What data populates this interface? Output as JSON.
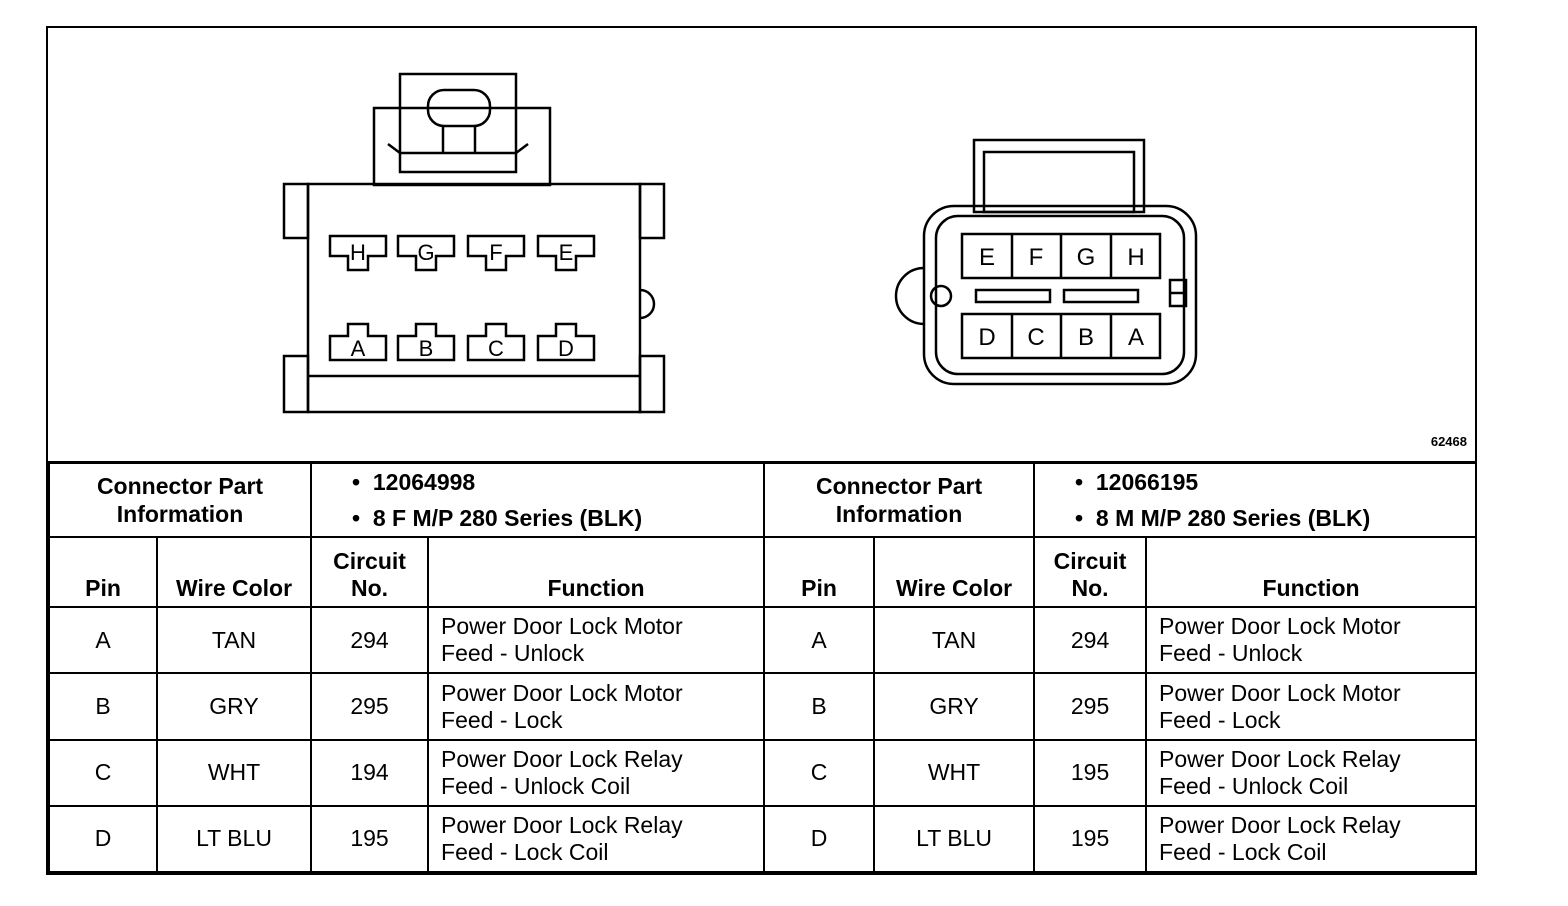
{
  "figure_number": "62468",
  "connector_female": {
    "top_row": [
      "H",
      "G",
      "F",
      "E"
    ],
    "bottom_row": [
      "A",
      "B",
      "C",
      "D"
    ]
  },
  "connector_male": {
    "top_row": [
      "E",
      "F",
      "G",
      "H"
    ],
    "bottom_row": [
      "D",
      "C",
      "B",
      "A"
    ]
  },
  "left": {
    "part_label_1": "Connector Part",
    "part_label_2": "Information",
    "part_number": "12064998",
    "series": "8 F M/P 280 Series (BLK)",
    "rows": [
      {
        "pin": "A",
        "color": "TAN",
        "circuit": "294",
        "func1": "Power Door Lock Motor",
        "func2": "Feed - Unlock"
      },
      {
        "pin": "B",
        "color": "GRY",
        "circuit": "295",
        "func1": "Power Door Lock Motor",
        "func2": "Feed - Lock"
      },
      {
        "pin": "C",
        "color": "WHT",
        "circuit": "194",
        "func1": "Power Door Lock Relay",
        "func2": "Feed - Unlock Coil"
      },
      {
        "pin": "D",
        "color": "LT BLU",
        "circuit": "195",
        "func1": "Power Door Lock Relay",
        "func2": "Feed - Lock Coil"
      }
    ]
  },
  "right": {
    "part_label_1": "Connector Part",
    "part_label_2": "Information",
    "part_number": "12066195",
    "series": "8 M M/P 280 Series (BLK)",
    "rows": [
      {
        "pin": "A",
        "color": "TAN",
        "circuit": "294",
        "func1": "Power Door Lock Motor",
        "func2": "Feed - Unlock"
      },
      {
        "pin": "B",
        "color": "GRY",
        "circuit": "295",
        "func1": "Power Door Lock Motor",
        "func2": "Feed - Lock"
      },
      {
        "pin": "C",
        "color": "WHT",
        "circuit": "195",
        "func1": "Power Door Lock Relay",
        "func2": "Feed - Unlock Coil"
      },
      {
        "pin": "D",
        "color": "LT BLU",
        "circuit": "195",
        "func1": "Power Door Lock Relay",
        "func2": "Feed - Lock Coil"
      }
    ]
  },
  "columns": {
    "pin": "Pin",
    "wire_color": "Wire Color",
    "circuit_1": "Circuit",
    "circuit_2": "No.",
    "function": "Function"
  }
}
